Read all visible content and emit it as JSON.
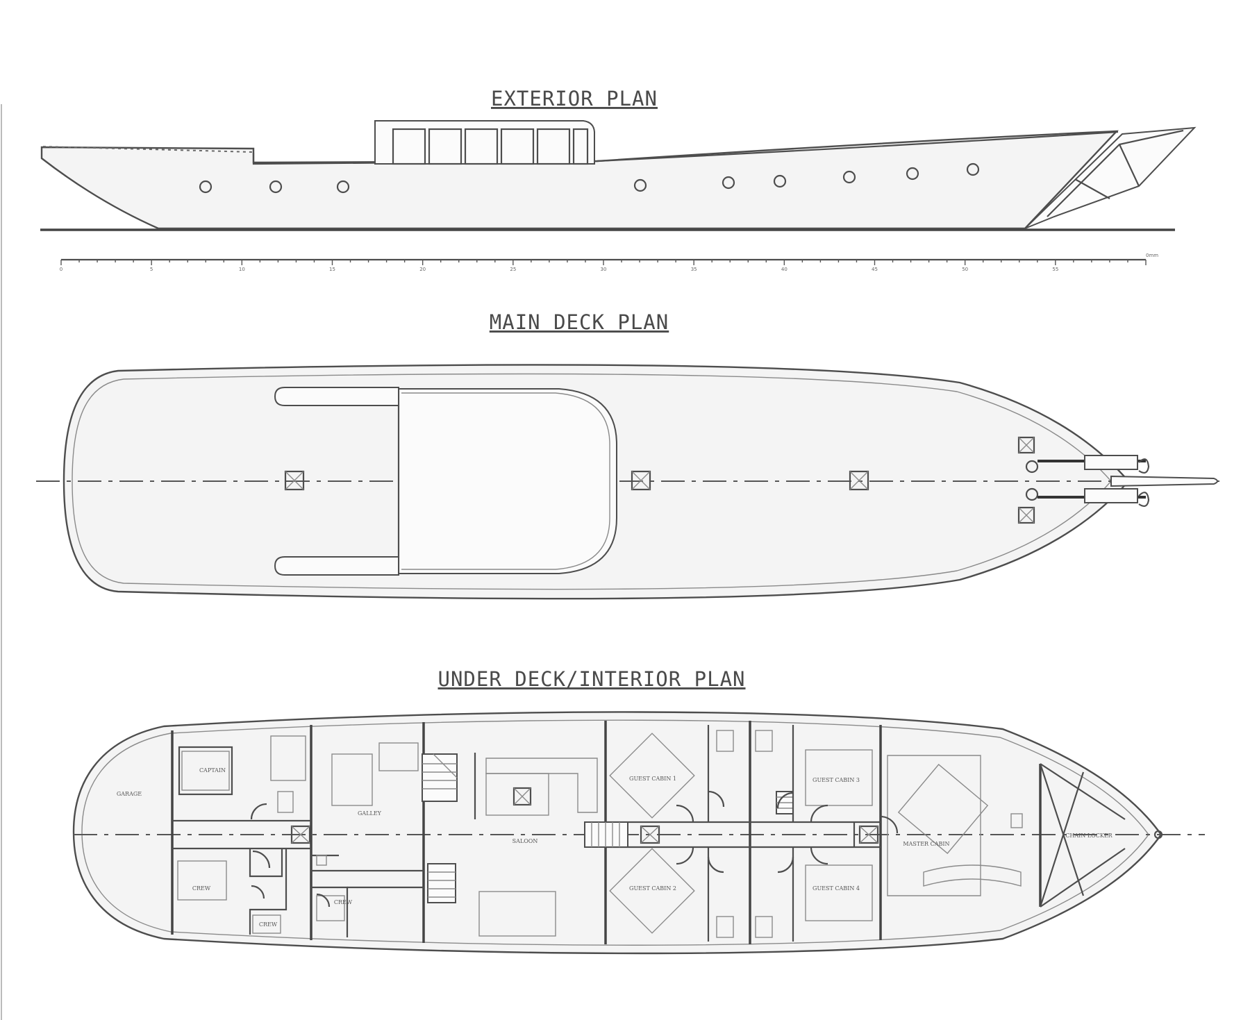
{
  "titles": {
    "exterior": "EXTERIOR PLAN",
    "main_deck": "MAIN DECK PLAN",
    "under_deck": "UNDER DECK/INTERIOR PLAN"
  },
  "scale_bar": {
    "unit_label": "0mm",
    "ticks": [
      "0",
      "5",
      "10",
      "15",
      "20",
      "25",
      "30",
      "35",
      "40",
      "45",
      "50",
      "55"
    ]
  },
  "rooms": {
    "garage": "GARAGE",
    "captain": "CAPTAIN",
    "crew_1": "CREW",
    "crew_2": "CREW",
    "crew_3": "CREW",
    "galley": "GALLEY",
    "saloon": "SALOON",
    "guest_cabin_1": "GUEST CABIN 1",
    "guest_cabin_2": "GUEST CABIN 2",
    "guest_cabin_3": "GUEST CABIN 3",
    "guest_cabin_4": "GUEST CABIN 4",
    "master_cabin": "MASTER CABIN",
    "chain_locker": "CHAIN LOCKER"
  },
  "colors": {
    "line": "#4d4d4d",
    "hull_fill": "#f4f4f4",
    "background": "#ffffff"
  }
}
